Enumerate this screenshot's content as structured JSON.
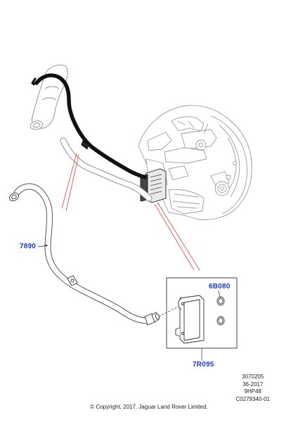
{
  "callouts": {
    "hose": "7890",
    "seal": "6B080",
    "cooler": "7R095"
  },
  "reference": {
    "line1": "3070205",
    "line2": "36-2017",
    "line3": "9HP48",
    "line4": "C0279340-01"
  },
  "copyright": "© Copyright, 2017. Jaguar Land Rover Limited.",
  "colors": {
    "callout_text": "#1f39c8",
    "leader_lines": "#e04040",
    "outline": "#999999",
    "hose_highlight": "#111111"
  }
}
